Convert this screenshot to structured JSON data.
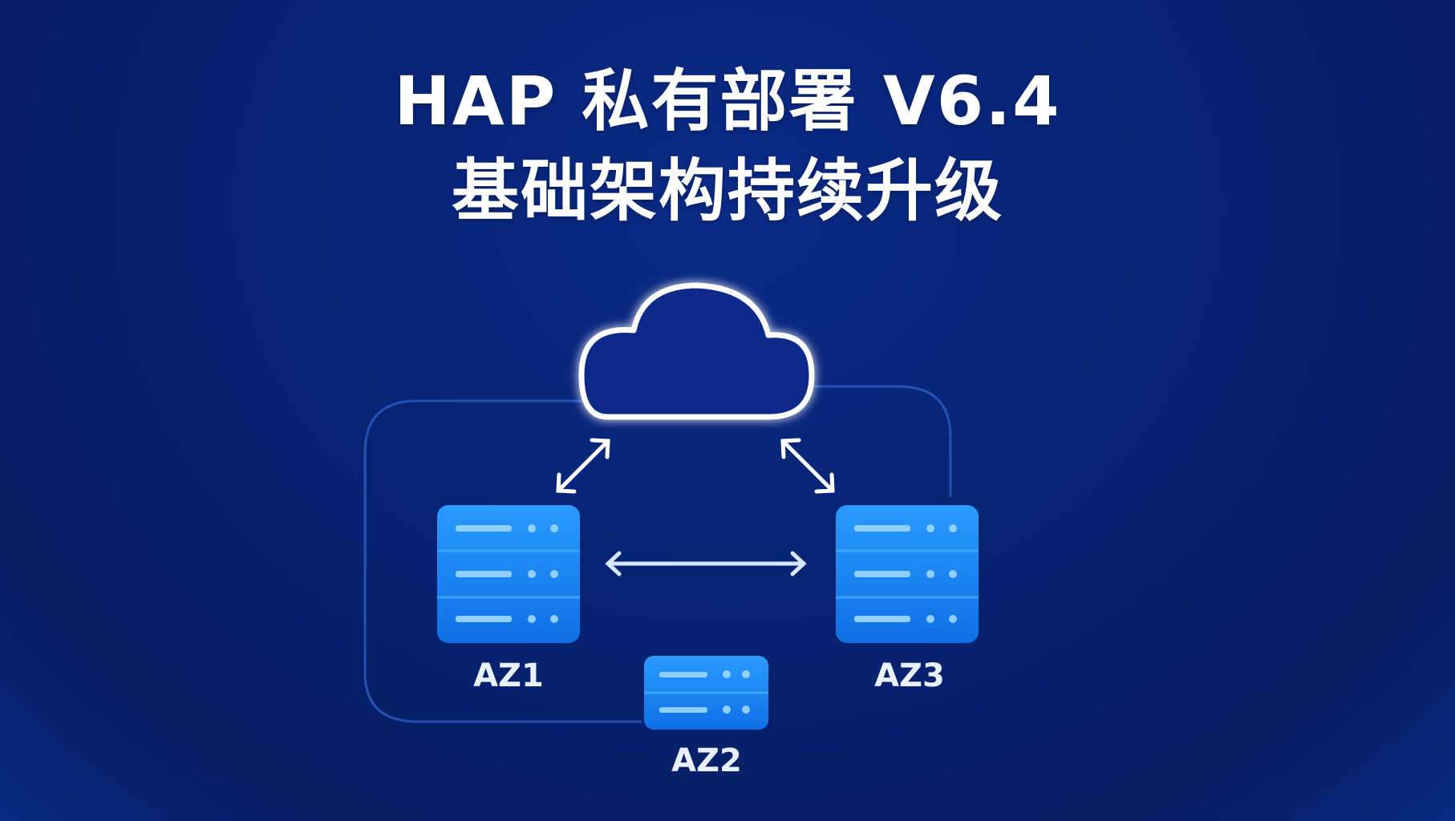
{
  "title": {
    "line1": "HAP 私有部署 V6.4",
    "line2": "基础架构持续升级"
  },
  "diagram": {
    "cloud_icon": "cloud-icon",
    "server_icon": "server-rack-icon",
    "nodes": [
      {
        "id": "az1",
        "label": "AZ1",
        "slots": 3
      },
      {
        "id": "az2",
        "label": "AZ2",
        "slots": 2
      },
      {
        "id": "az3",
        "label": "AZ3",
        "slots": 3
      }
    ],
    "connections": [
      {
        "from": "cloud",
        "to": "az1",
        "direction": "bidirectional"
      },
      {
        "from": "cloud",
        "to": "az3",
        "direction": "bidirectional"
      },
      {
        "from": "az1",
        "to": "az3",
        "direction": "bidirectional"
      }
    ],
    "colors": {
      "background": "#072373",
      "server_fill": "#1a8cff",
      "server_stripe": "#8fd0ff",
      "line": "#ffffff",
      "boundary": "#2a5cc4"
    }
  }
}
